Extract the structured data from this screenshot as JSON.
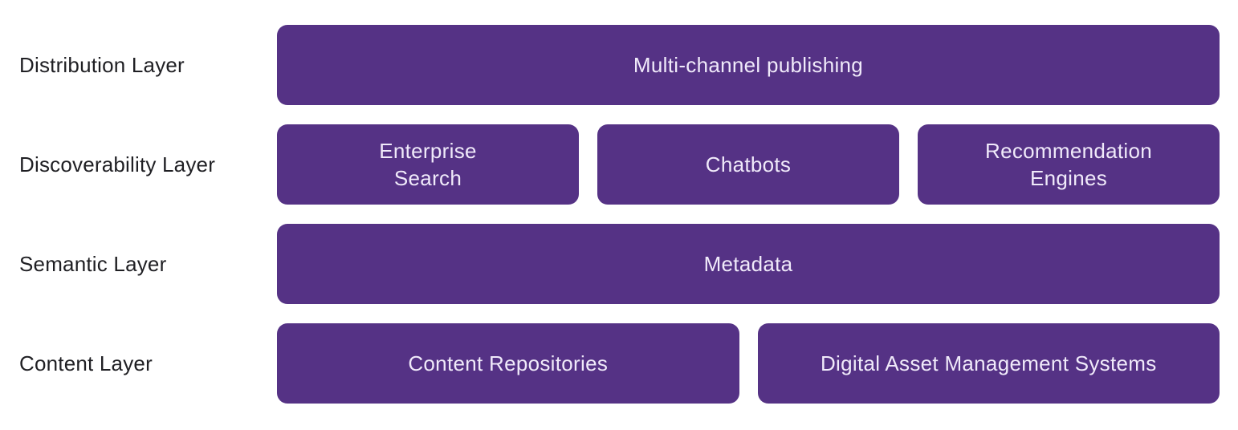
{
  "diagram": {
    "rows": [
      {
        "label": "Distribution Layer",
        "boxes": [
          {
            "text": "Multi-channel publishing"
          }
        ]
      },
      {
        "label": "Discoverability Layer",
        "boxes": [
          {
            "text": "Enterprise\nSearch"
          },
          {
            "text": "Chatbots"
          },
          {
            "text": "Recommendation\nEngines"
          }
        ]
      },
      {
        "label": "Semantic Layer",
        "boxes": [
          {
            "text": "Metadata"
          }
        ]
      },
      {
        "label": "Content Layer",
        "boxes": [
          {
            "text": "Content Repositories"
          },
          {
            "text": "Digital Asset Management Systems"
          }
        ]
      }
    ],
    "colors": {
      "box_fill": "#553285",
      "box_text": "#f0eafa",
      "label_text": "#1f1f23",
      "background": "#ffffff"
    }
  }
}
